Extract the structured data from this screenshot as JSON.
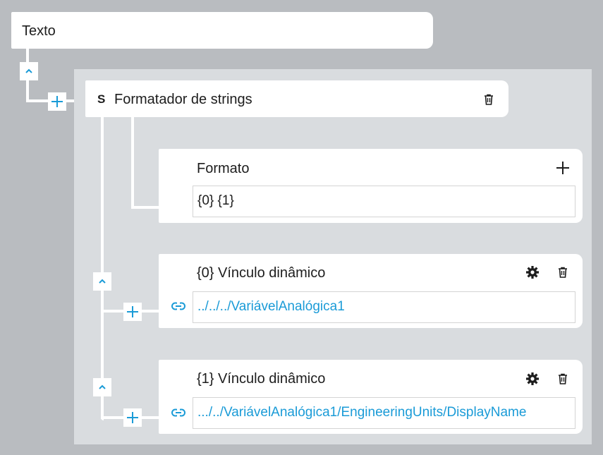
{
  "root": {
    "title": "Texto"
  },
  "formatter": {
    "badge": "S",
    "title": "Formatador de strings"
  },
  "format_section": {
    "label": "Formato",
    "value": "{0} {1}"
  },
  "bindings": [
    {
      "label": "{0} Vínculo dinâmico",
      "path": "../../../VariávelAnalógica1"
    },
    {
      "label": "{1} Vínculo dinâmico",
      "path": ".../../VariávelAnalógica1/EngineeringUnits/DisplayName"
    }
  ],
  "icons": {
    "collapse": "chevron-up-icon",
    "add": "plus-icon",
    "delete": "trash-icon",
    "settings": "gear-icon",
    "link": "link-icon"
  },
  "colors": {
    "accent": "#1a9bd7",
    "background": "#b9bcc0",
    "panel": "#d9dcdf"
  }
}
